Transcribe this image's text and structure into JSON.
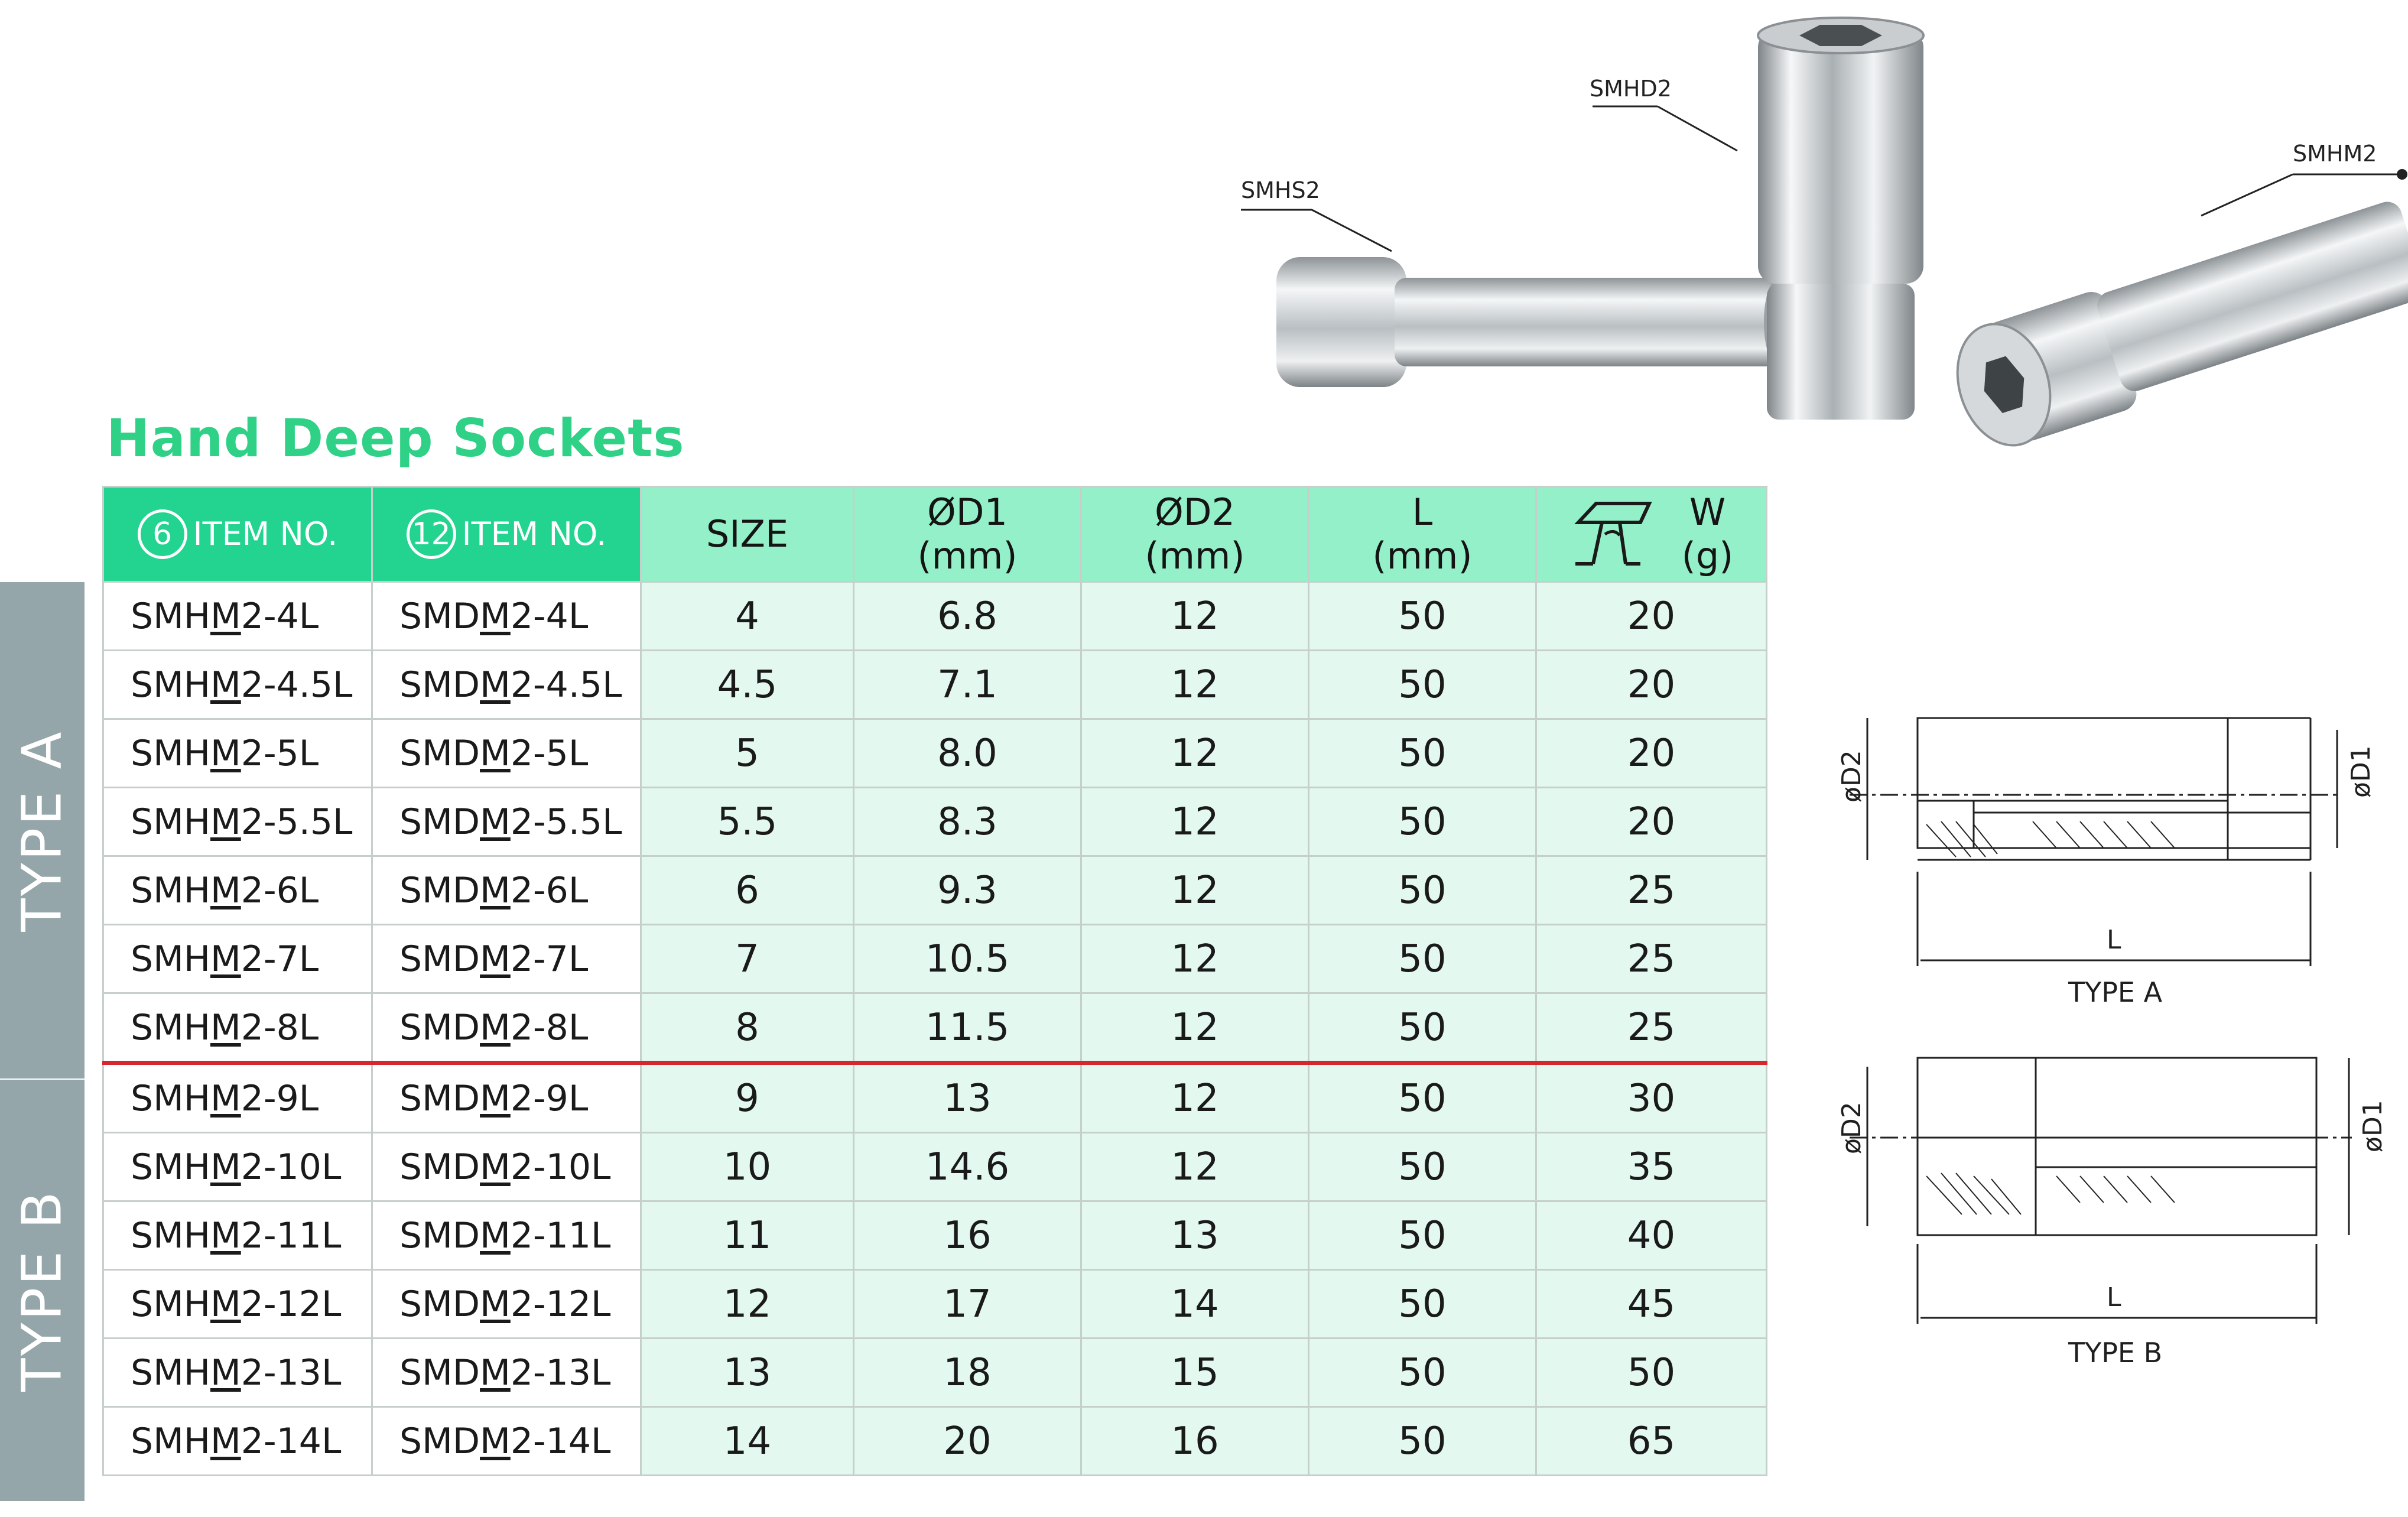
{
  "title": "Hand Deep Sockets",
  "product_labels": {
    "left": "SMHS2",
    "center": "SMHD2",
    "right": "SMHM2"
  },
  "type_labels": {
    "a": "TYPE A",
    "b": "TYPE B"
  },
  "header": {
    "item6_badge": "6",
    "item6": "ITEM NO.",
    "item12_badge": "12",
    "item12": "ITEM NO.",
    "size": "SIZE",
    "d1": "ØD1",
    "d1_unit": "(mm)",
    "d2": "ØD2",
    "d2_unit": "(mm)",
    "l": "L",
    "l_unit": "(mm)",
    "w": "W",
    "w_unit": "(g)"
  },
  "rows": [
    {
      "a_pre": "SMH",
      "a_mid": "M",
      "a_post": "2-4L",
      "b_pre": "SMD",
      "b_mid": "M",
      "b_post": "2-4L",
      "size": "4",
      "d1": "6.8",
      "d2": "12",
      "l": "50",
      "w": "20"
    },
    {
      "a_pre": "SMH",
      "a_mid": "M",
      "a_post": "2-4.5L",
      "b_pre": "SMD",
      "b_mid": "M",
      "b_post": "2-4.5L",
      "size": "4.5",
      "d1": "7.1",
      "d2": "12",
      "l": "50",
      "w": "20"
    },
    {
      "a_pre": "SMH",
      "a_mid": "M",
      "a_post": "2-5L",
      "b_pre": "SMD",
      "b_mid": "M",
      "b_post": "2-5L",
      "size": "5",
      "d1": "8.0",
      "d2": "12",
      "l": "50",
      "w": "20"
    },
    {
      "a_pre": "SMH",
      "a_mid": "M",
      "a_post": "2-5.5L",
      "b_pre": "SMD",
      "b_mid": "M",
      "b_post": "2-5.5L",
      "size": "5.5",
      "d1": "8.3",
      "d2": "12",
      "l": "50",
      "w": "20"
    },
    {
      "a_pre": "SMH",
      "a_mid": "M",
      "a_post": "2-6L",
      "b_pre": "SMD",
      "b_mid": "M",
      "b_post": "2-6L",
      "size": "6",
      "d1": "9.3",
      "d2": "12",
      "l": "50",
      "w": "25"
    },
    {
      "a_pre": "SMH",
      "a_mid": "M",
      "a_post": "2-7L",
      "b_pre": "SMD",
      "b_mid": "M",
      "b_post": "2-7L",
      "size": "7",
      "d1": "10.5",
      "d2": "12",
      "l": "50",
      "w": "25"
    },
    {
      "a_pre": "SMH",
      "a_mid": "M",
      "a_post": "2-8L",
      "b_pre": "SMD",
      "b_mid": "M",
      "b_post": "2-8L",
      "size": "8",
      "d1": "11.5",
      "d2": "12",
      "l": "50",
      "w": "25"
    },
    {
      "a_pre": "SMH",
      "a_mid": "M",
      "a_post": "2-9L",
      "b_pre": "SMD",
      "b_mid": "M",
      "b_post": "2-9L",
      "size": "9",
      "d1": "13",
      "d2": "12",
      "l": "50",
      "w": "30"
    },
    {
      "a_pre": "SMH",
      "a_mid": "M",
      "a_post": "2-10L",
      "b_pre": "SMD",
      "b_mid": "M",
      "b_post": "2-10L",
      "size": "10",
      "d1": "14.6",
      "d2": "12",
      "l": "50",
      "w": "35"
    },
    {
      "a_pre": "SMH",
      "a_mid": "M",
      "a_post": "2-11L",
      "b_pre": "SMD",
      "b_mid": "M",
      "b_post": "2-11L",
      "size": "11",
      "d1": "16",
      "d2": "13",
      "l": "50",
      "w": "40"
    },
    {
      "a_pre": "SMH",
      "a_mid": "M",
      "a_post": "2-12L",
      "b_pre": "SMD",
      "b_mid": "M",
      "b_post": "2-12L",
      "size": "12",
      "d1": "17",
      "d2": "14",
      "l": "50",
      "w": "45"
    },
    {
      "a_pre": "SMH",
      "a_mid": "M",
      "a_post": "2-13L",
      "b_pre": "SMD",
      "b_mid": "M",
      "b_post": "2-13L",
      "size": "13",
      "d1": "18",
      "d2": "15",
      "l": "50",
      "w": "50"
    },
    {
      "a_pre": "SMH",
      "a_mid": "M",
      "a_post": "2-14L",
      "b_pre": "SMD",
      "b_mid": "M",
      "b_post": "2-14L",
      "size": "14",
      "d1": "20",
      "d2": "16",
      "l": "50",
      "w": "65"
    }
  ],
  "diagrams": {
    "a": {
      "caption": "TYPE  A",
      "d1": "øD1",
      "d2": "øD2",
      "l": "L"
    },
    "b": {
      "caption": "TYPE  B",
      "d1": "øD1",
      "d2": "øD2",
      "l": "L"
    }
  },
  "colors": {
    "title_green": "#2fd187",
    "header_green": "#93f0c9",
    "item_header_green": "#22d48f",
    "cell_mint": "#e3f9ef",
    "type_bar": "#95a6aa",
    "divider_red": "#d6262e"
  }
}
